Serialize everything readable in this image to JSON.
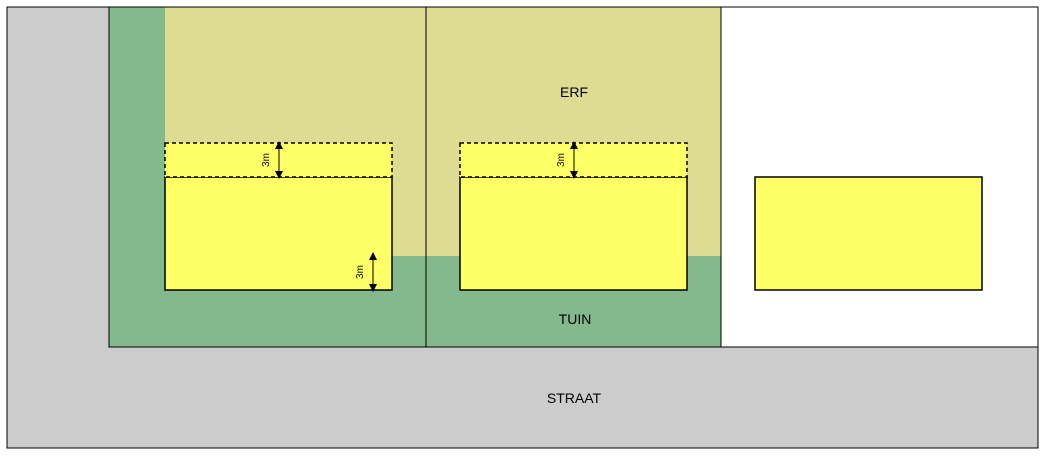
{
  "labels": {
    "erf": "ERF",
    "tuin": "TUIN",
    "straat": "STRAAT"
  },
  "dimensions": {
    "left_top": "3m",
    "middle_top": "3m",
    "left_side": "3m"
  },
  "colors": {
    "street": "#cccccc",
    "garden": "#84b98d",
    "yard": "#dedc93",
    "building": "#ffff66",
    "outline": "#000000",
    "background": "#ffffff"
  }
}
